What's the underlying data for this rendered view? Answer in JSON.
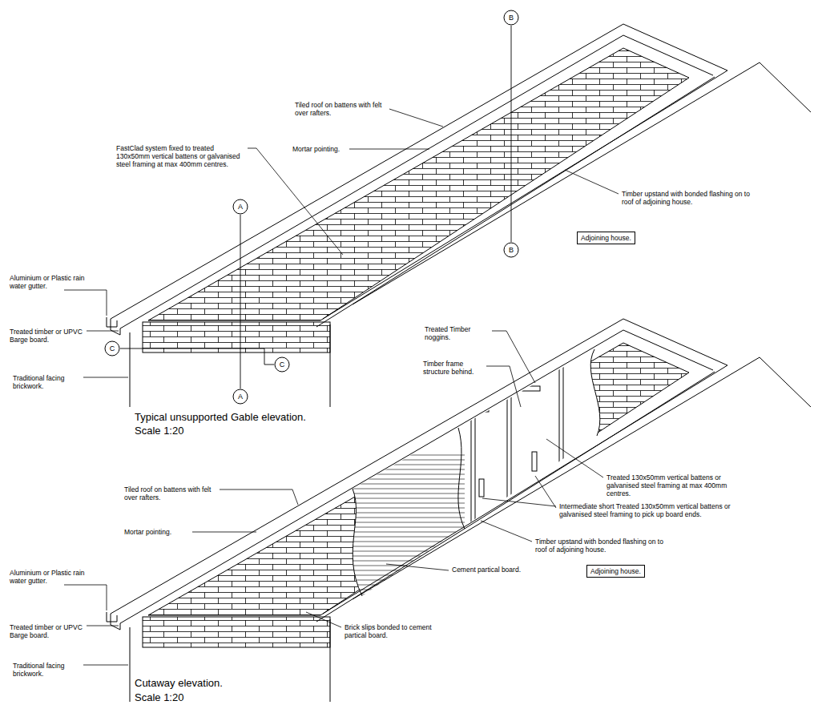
{
  "diagram": {
    "nodes": [
      {
        "text": [
          "B"
        ]
      },
      {
        "text": [
          "A"
        ]
      },
      {
        "text": [
          "Adjoining house."
        ]
      },
      {
        "text": [
          "B"
        ]
      },
      {
        "text": [
          "C"
        ]
      },
      {
        "text": [
          "C"
        ]
      },
      {
        "text": [
          "A"
        ]
      },
      {
        "text": [
          "Adjoining house."
        ]
      }
    ],
    "edges": [
      {
        "from": 0,
        "to": 3,
        "arrow": "none"
      },
      {
        "from": 1,
        "to": 6,
        "arrow": "none"
      },
      {
        "from": 4,
        "to": 5,
        "arrow": "none"
      }
    ],
    "labels": [
      "Tiled roof on battens with felt over rafters.",
      "FastClad system fixed to treated 130x50mm vertical battens or galvanised steel framing at max 400mm centres.",
      "Mortar pointing.",
      "Timber upstand with bonded flashing on to roof of adjoining house.",
      "Aluminium or Plastic rain water gutter.",
      "Treated timber or UPVC Barge board.",
      "Traditional facing brickwork.",
      "Typical unsupported Gable elevation.",
      "Scale 1:20",
      "Treated Timber noggins.",
      "Timber frame structure behind.",
      "Tiled roof on battens with felt over rafters.",
      "Mortar pointing.",
      "Treated 130x50mm vertical battens or galvanised steel framing at max 400mm centres.",
      "Intermediate short Treated 130x50mm vertical battens or galvanised steel framing to pick up board ends.",
      "Timber upstand with bonded flashing on to roof of adjoining house.",
      "Cement partical board.",
      "Brick slips bonded to cement partical board.",
      "Aluminium or Plastic rain water gutter.",
      "Treated timber or UPVC Barge board.",
      "Traditional facing brickwork.",
      "Cutaway elevation.",
      "Scale 1:20"
    ]
  }
}
